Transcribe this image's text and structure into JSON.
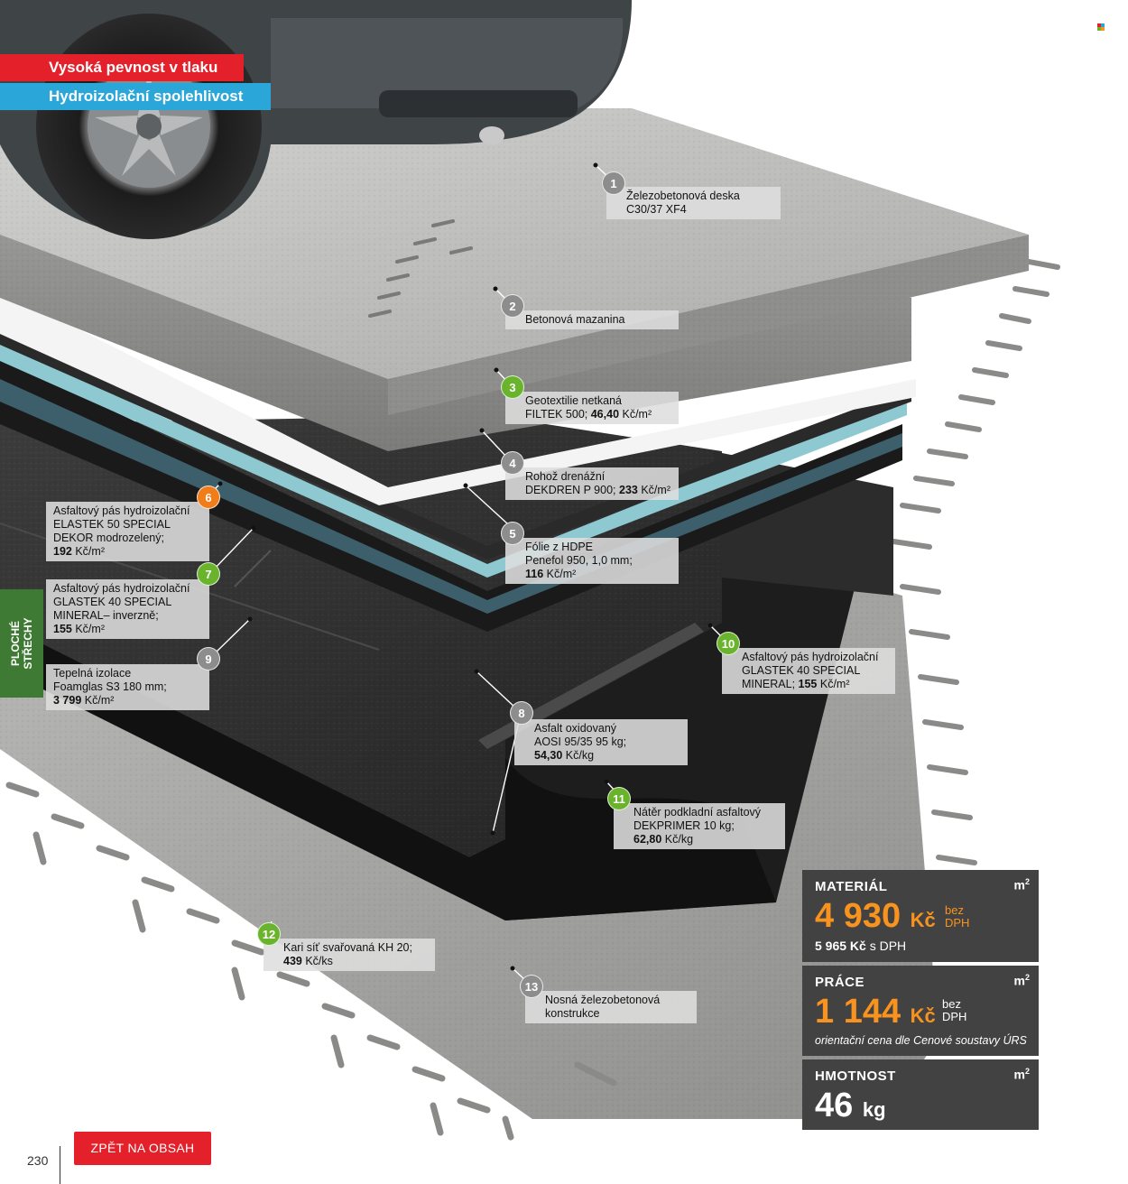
{
  "tags": {
    "red": "Vysoká pevnost v tlaku",
    "blue": "Hydroizolační spolehlivost"
  },
  "side_tab": {
    "line1": "PLOCHÉ",
    "line2": "STŘECHY"
  },
  "layers": [
    {
      "number": "1",
      "lines": [
        "Železobetonová deska",
        "C30/37 XF4"
      ],
      "price": ""
    },
    {
      "number": "2",
      "lines": [
        "Betonová mazanina"
      ],
      "price": ""
    },
    {
      "number": "3",
      "lines": [
        "Geotextilie netkaná",
        "FILTEK 500;"
      ],
      "price": "46,40",
      "unit": "Kč/m²"
    },
    {
      "number": "4",
      "lines": [
        "Rohož drenážní",
        "DEKDREN P 900;"
      ],
      "price": "233",
      "unit": "Kč/m²"
    },
    {
      "number": "5",
      "lines": [
        "Fólie z HDPE",
        "Penefol 950, 1,0 mm;"
      ],
      "price": "116",
      "unit": "Kč/m²"
    },
    {
      "number": "6",
      "lines": [
        "Asfaltový pás hydroizolační",
        "ELASTEK 50 SPECIAL",
        "DEKOR modrozelený;"
      ],
      "price": "192",
      "unit": "Kč/m²"
    },
    {
      "number": "7",
      "lines": [
        "Asfaltový pás hydroizolační",
        "GLASTEK 40 SPECIAL",
        "MINERAL– inverzně;"
      ],
      "price": "155",
      "unit": "Kč/m²"
    },
    {
      "number": "8",
      "lines": [
        "Asfalt oxidovaný",
        "AOSI 95/35 95 kg;"
      ],
      "price": "54,30",
      "unit": "Kč/kg"
    },
    {
      "number": "9",
      "lines": [
        "Tepelná izolace",
        "Foamglas S3 180 mm;"
      ],
      "price": "3 799",
      "unit": "Kč/m²"
    },
    {
      "number": "10",
      "lines": [
        "Asfaltový pás hydroizolační",
        "GLASTEK 40 SPECIAL"
      ],
      "lastline": "MINERAL;",
      "price": "155",
      "unit": "Kč/m²"
    },
    {
      "number": "11",
      "lines": [
        "Nátěr podkladní asfaltový",
        "DEKPRIMER 10 kg;"
      ],
      "price": "62,80",
      "unit": "Kč/kg"
    },
    {
      "number": "12",
      "lines": [
        "Kari síť svařovaná KH 20;"
      ],
      "price": "439",
      "unit": "Kč/ks"
    },
    {
      "number": "13",
      "lines": [
        "Nosná železobetonová",
        "konstrukce"
      ],
      "price": ""
    }
  ],
  "panels": {
    "material": {
      "title": "MATERIÁL",
      "unit": "m",
      "unit_sup": "2",
      "value": "4 930",
      "currency": "Kč",
      "bez": "bez",
      "dph": "DPH",
      "with_vat_value": "5 965 Kč",
      "with_vat_suffix": "s DPH"
    },
    "prace": {
      "title": "PRÁCE",
      "unit": "m",
      "unit_sup": "2",
      "value": "1 144",
      "currency": "Kč",
      "bez": "bez",
      "dph": "DPH",
      "note": "orientační cena dle Cenové soustavy ÚRS"
    },
    "hmotnost": {
      "title": "HMOTNOST",
      "unit": "m",
      "unit_sup": "2",
      "value": "46",
      "value_unit": "kg"
    }
  },
  "footer": {
    "back_label": "ZPĚT NA OBSAH",
    "page_number": "230"
  },
  "colors": {
    "red": "#e4202b",
    "blue": "#2aa6d8",
    "green_tab": "#3e7a33",
    "green_badge": "#6ab42d",
    "orange_badge": "#f07d1a",
    "orange_price": "#f7931e",
    "panel_bg": "#424242"
  }
}
